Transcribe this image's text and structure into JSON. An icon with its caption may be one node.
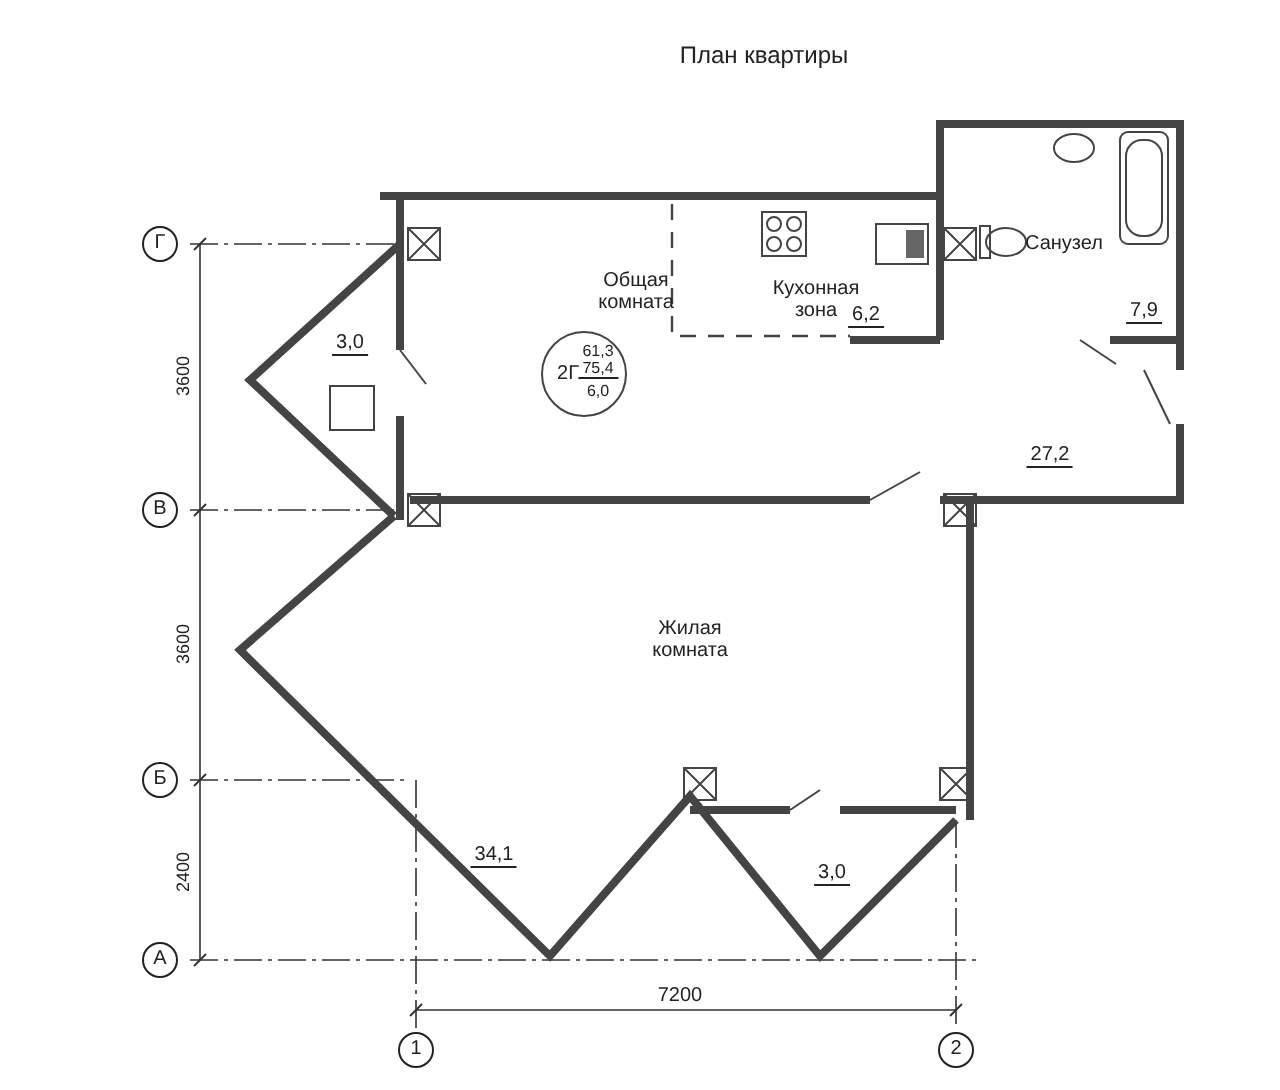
{
  "diagram": {
    "title": "План квартиры",
    "labels": [
      "Г",
      "Общая комната",
      "Кухонная зона",
      "Санузел",
      "6,2",
      "7,9",
      "2Г",
      "61,3",
      "75,4",
      "6,0",
      "3,0",
      "3600",
      "В",
      "27,2",
      "3600",
      "Жилая комната",
      "Б",
      "2400",
      "34,1",
      "3,0",
      "А",
      "7200",
      "1",
      "2"
    ]
  }
}
